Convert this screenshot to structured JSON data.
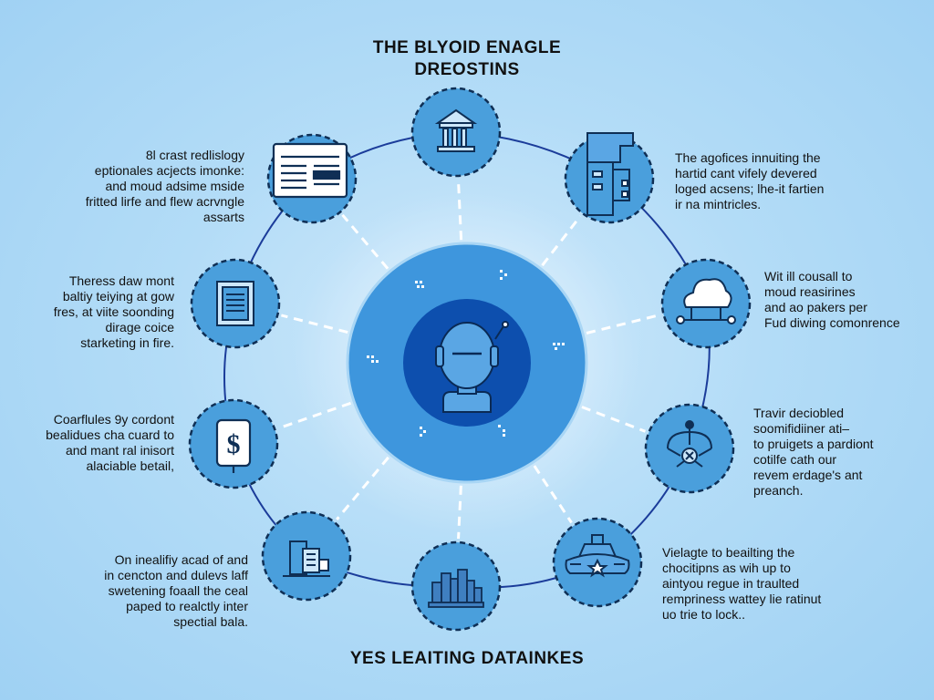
{
  "title_line1": "THE BLYOID ENAGLE",
  "title_line2": "DREOSTINS",
  "footer": "YES LEAITING DATAINKES",
  "colors": {
    "background": "#b3dcf7",
    "node_fill": "#4a9fdc",
    "node_border": "#0f2f55",
    "hub_outer": "#3e96dd",
    "hub_inner": "#0d4fae",
    "connector": "#1b3c9a"
  },
  "nodes": [
    {
      "name": "node-top-center",
      "icon": "bank-building-icon"
    },
    {
      "name": "node-top-right",
      "icon": "server-database-icon"
    },
    {
      "name": "node-right-upper",
      "icon": "cloud-network-icon"
    },
    {
      "name": "node-right-lower",
      "icon": "network-hub-icon"
    },
    {
      "name": "node-bottom-right",
      "icon": "spaceship-icon"
    },
    {
      "name": "node-bottom-center",
      "icon": "city-skyline-icon"
    },
    {
      "name": "node-bottom-left",
      "icon": "documents-stack-icon"
    },
    {
      "name": "node-left-lower",
      "icon": "dollar-document-icon"
    },
    {
      "name": "node-left-upper",
      "icon": "notepad-icon"
    },
    {
      "name": "node-top-left",
      "icon": "browser-window-icon"
    }
  ],
  "hub": {
    "icon": "robot-head-icon"
  },
  "captions": {
    "top_left": [
      "8l crast redlislogy",
      "eptionales acjects imonke:",
      "and moud adsime mside",
      "fritted lirfe and flew acrvngle",
      "assarts"
    ],
    "left_upper": [
      "Theress daw mont",
      "baltiy teiying at gow",
      "fres, at viite soonding",
      "dirage coice",
      "starketing in fire."
    ],
    "left_lower": [
      "Coarflules 9y cordont",
      "bealidues cha cuard to",
      "and mant ral inisort",
      "alaciable betail,"
    ],
    "bottom_left": [
      "On inealifiy acad of and",
      "in cencton and dulevs laff",
      "swetening foaall the ceal",
      "paped to realctly inter",
      "spectial bala."
    ],
    "top_right": [
      "The agofices innuiting the",
      "hartid cant vifely devered",
      "loged acsens; lhe-it fartien",
      "ir na mintricles."
    ],
    "right_upper": [
      "Wit ill cousall to",
      "moud reasirines",
      "and ao pakers per",
      "Fud diwing comonrence"
    ],
    "right_lower": [
      "Travir deciobled",
      "soomifidiiner ati–",
      "to pruigets a pardiont",
      "cotilfe cath our",
      "revem erdage's ant",
      "preanch."
    ],
    "bottom_right": [
      "Vielagte to beailting the",
      "chocitipns as wih up to",
      "aintyou regue in traulted",
      "rempriness wattey lie ratinut",
      "uo trie to lock.."
    ]
  }
}
